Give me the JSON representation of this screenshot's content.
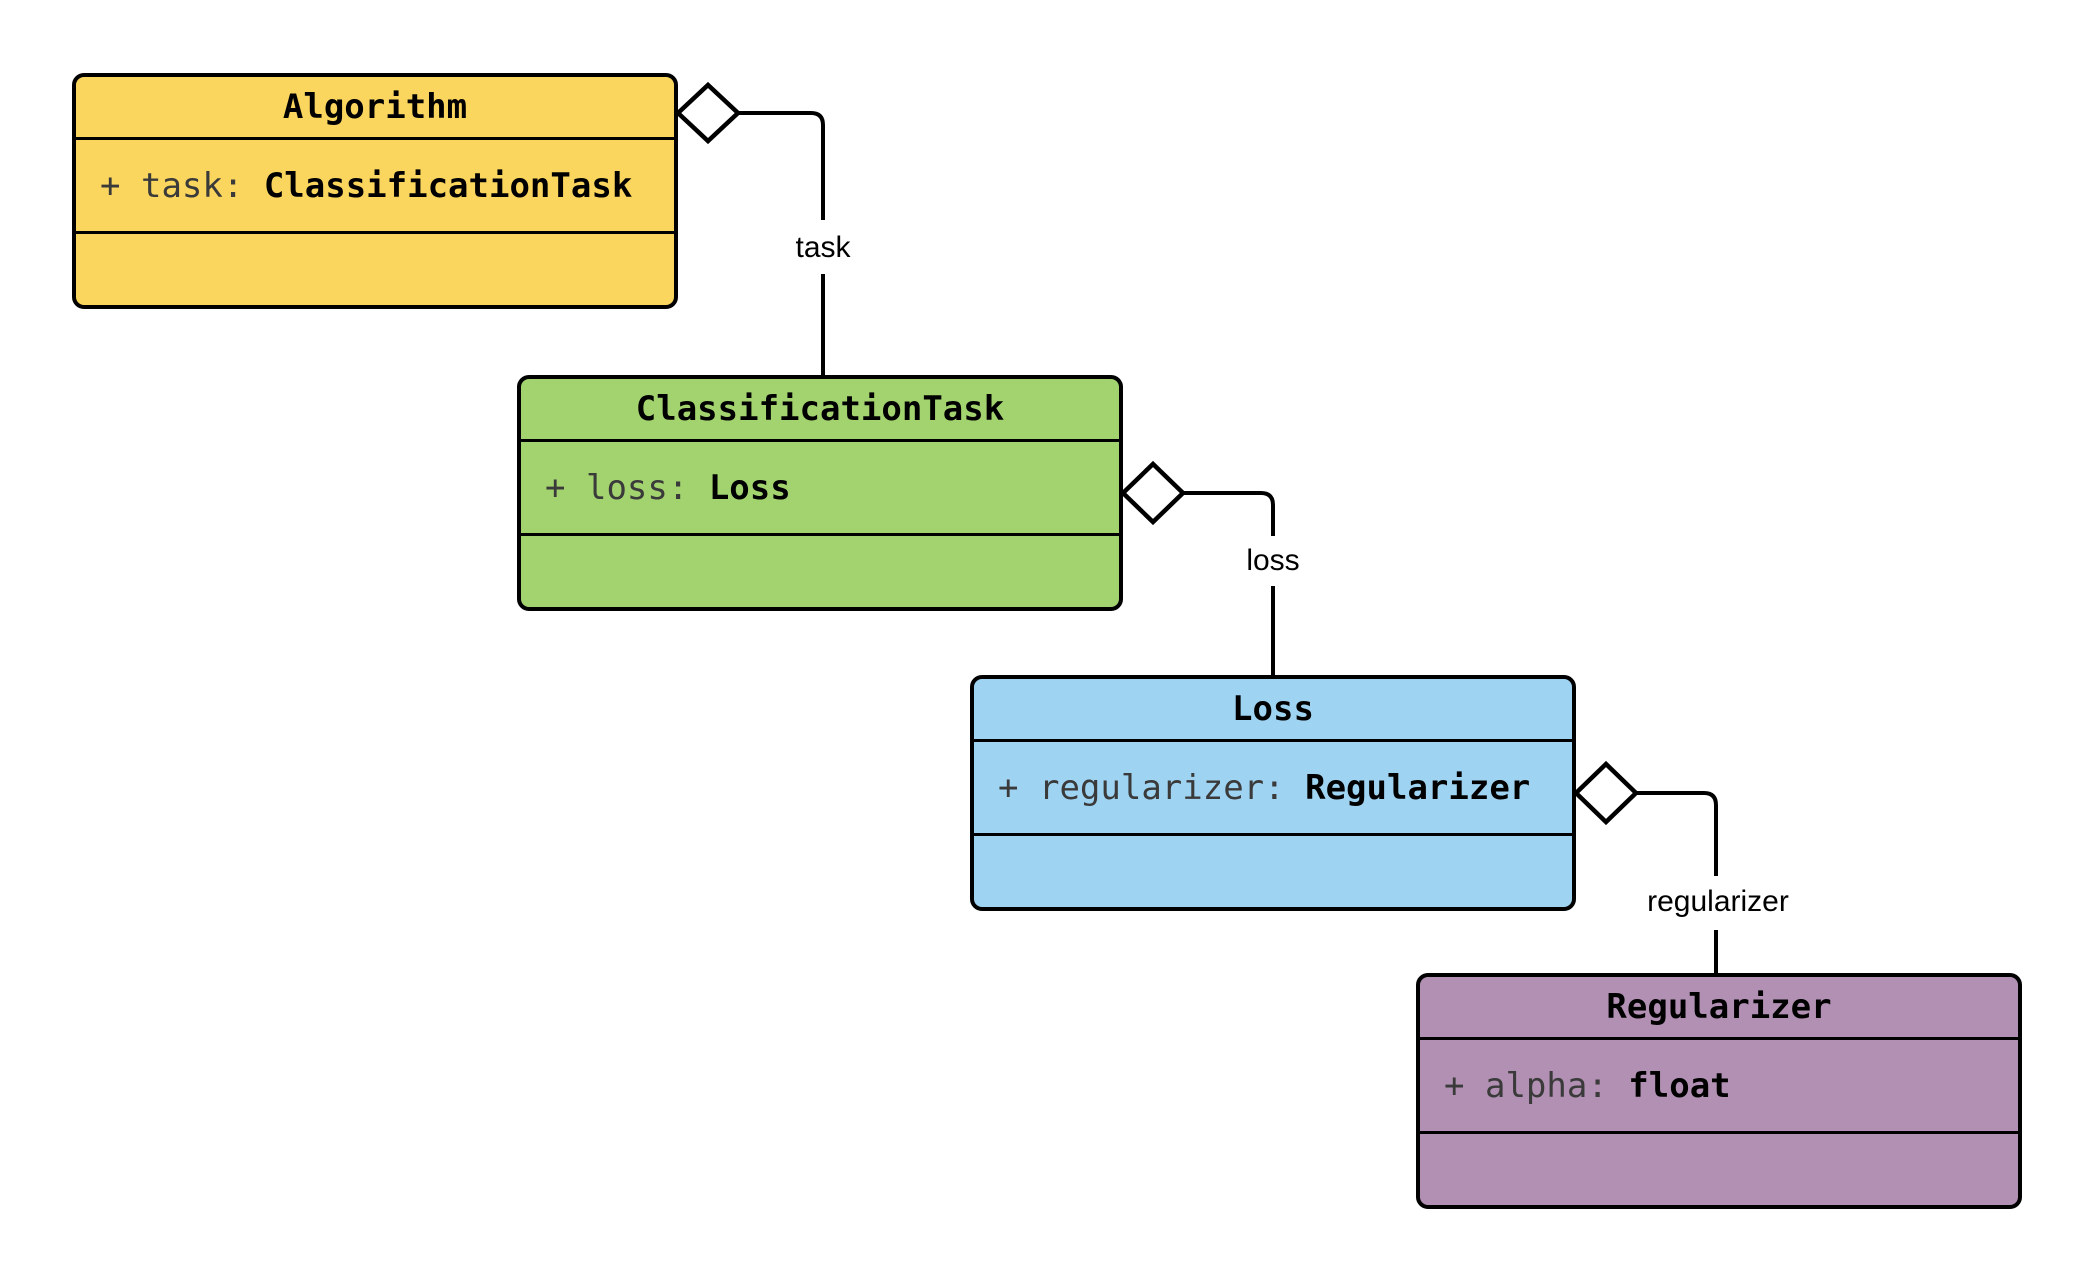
{
  "diagram": {
    "background": "#FFFFFF",
    "stroke_color": "#000000",
    "attribute_name_color": "#3A3A3A",
    "classes": [
      {
        "name": "Algorithm",
        "fill": "#FBD65E",
        "attributes": [
          {
            "visibility": "+",
            "name": "task",
            "separator": ": ",
            "type": "ClassificationTask"
          }
        ]
      },
      {
        "name": "ClassificationTask",
        "fill": "#A2D36F",
        "attributes": [
          {
            "visibility": "+",
            "name": "loss",
            "separator": ": ",
            "type": "Loss"
          }
        ]
      },
      {
        "name": "Loss",
        "fill": "#9FD3F2",
        "attributes": [
          {
            "visibility": "+",
            "name": "regularizer",
            "separator": ": ",
            "type": "Regularizer"
          }
        ]
      },
      {
        "name": "Regularizer",
        "fill": "#B190B3",
        "attributes": [
          {
            "visibility": "+",
            "name": "alpha",
            "separator": ": ",
            "type": "float"
          }
        ]
      }
    ],
    "relations": [
      {
        "from": "Algorithm",
        "to": "ClassificationTask",
        "label": "task",
        "kind": "aggregation"
      },
      {
        "from": "ClassificationTask",
        "to": "Loss",
        "label": "loss",
        "kind": "aggregation"
      },
      {
        "from": "Loss",
        "to": "Regularizer",
        "label": "regularizer",
        "kind": "aggregation"
      }
    ]
  }
}
